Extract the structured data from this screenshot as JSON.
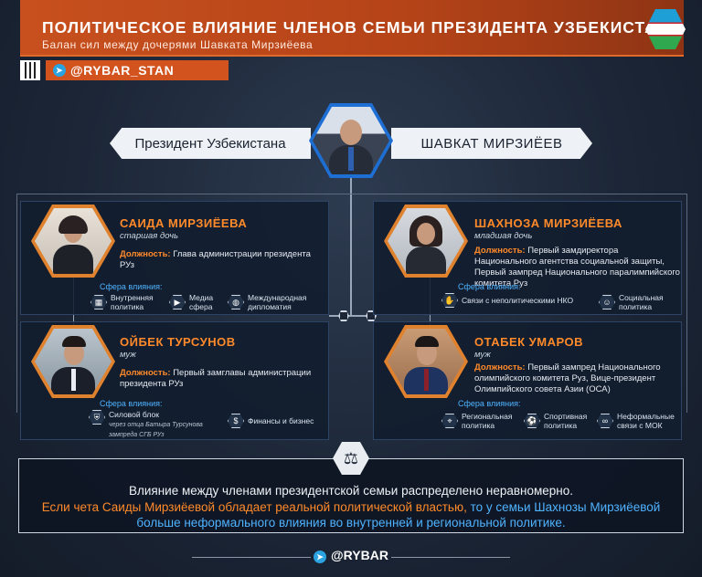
{
  "header": {
    "title": "ПОЛИТИЧЕСКОЕ ВЛИЯНИЕ ЧЛЕНОВ СЕМЬИ ПРЕЗИДЕНТА УЗБЕКИСТАНА",
    "subtitle": "Балан сил между дочерями Шавката Мирзиёева",
    "handle": "@RYBAR_STAN"
  },
  "president": {
    "label_left": "Президент Узбекистана",
    "label_right": "ШАВКАТ МИРЗИЁЕВ"
  },
  "sphere_title": "Сфера влияния:",
  "position_label": "Должность:",
  "saida": {
    "name": "САИДА МИРЗИЁЕВА",
    "role": "старшая дочь",
    "position": "Глава администрации президента РУз",
    "influence": [
      {
        "icon": "building-icon",
        "label": "Внутренняя политика"
      },
      {
        "icon": "media-icon",
        "label": "Медиа сфера"
      },
      {
        "icon": "globe-icon",
        "label": "Международная дипломатия"
      }
    ]
  },
  "oybek": {
    "name": "ОЙБЕК ТУРСУНОВ",
    "role": "муж",
    "position": "Первый замглавы администрации президента РУз",
    "influence": [
      {
        "icon": "shield-icon",
        "label": "Силовой блок",
        "sub": "через отца Батыра Турсунова зампреда СГБ РУз"
      },
      {
        "icon": "money-icon",
        "label": "Финансы и бизнес"
      }
    ]
  },
  "shahnoza": {
    "name": "ШАХНОЗА МИРЗИЁЕВА",
    "role": "младшая дочь",
    "position": "Первый замдиректора Национального агентства социальной защиты, Первый зампред Национального паралимпийского комитета Руз",
    "influence": [
      {
        "icon": "handshake-icon",
        "label": "Связи с неполитическими НКО"
      },
      {
        "icon": "people-icon",
        "label": "Социальная политика"
      }
    ]
  },
  "otabek": {
    "name": "ОТАБЕК УМАРОВ",
    "role": "муж",
    "position": "Первый зампред Национального олимпийского комитета Руз, Вице-президент Олимпийского совета Азии (ОСА)",
    "influence": [
      {
        "icon": "map-icon",
        "label": "Региональная политика"
      },
      {
        "icon": "sport-icon",
        "label": "Спортивная политика"
      },
      {
        "icon": "rings-icon",
        "label": "Неформальные связи с МОК"
      }
    ]
  },
  "summary": {
    "line1": "Влияние между членами президентской семьи распределено неравномерно.",
    "line2a": "Если чета Саиды Мирзиёевой обладает реальной политической властью,",
    "line2b": " то у семьи Шахнозы Мирзиёевой",
    "line3": "больше неформального влияния во внутренней и региональной политике."
  },
  "footer": {
    "handle": "@RYBAR"
  },
  "colors": {
    "accent_orange": "#ff8a2a",
    "accent_blue": "#4fb3ff",
    "header_bg": "#c8501e",
    "background": "#1b2535"
  }
}
